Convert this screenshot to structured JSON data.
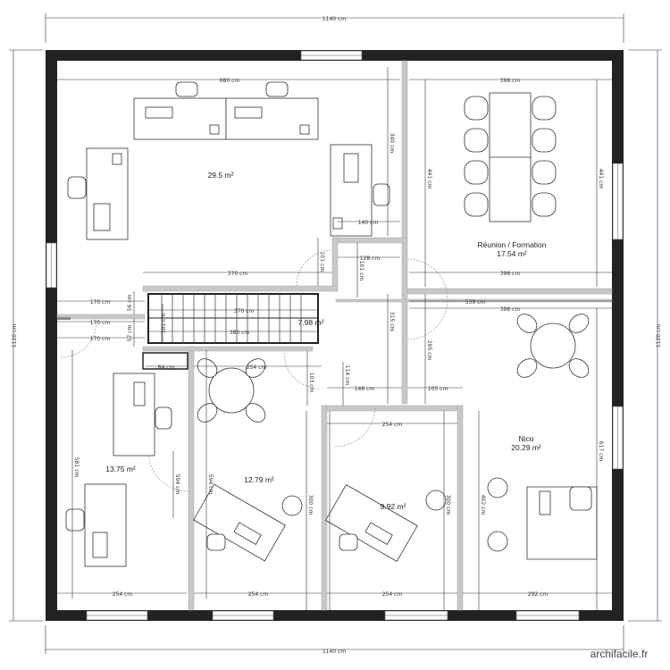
{
  "rooms": {
    "office_main": {
      "area": "29.5 m²"
    },
    "meeting": {
      "name": "Réunion / Formation",
      "area": "17.54 m²"
    },
    "stair_hall": {
      "area": "7.98 m²"
    },
    "office_left": {
      "area": "13.75 m²"
    },
    "office_mid": {
      "area": "12.79 m²"
    },
    "office_small": {
      "area": "9.92 m²"
    },
    "nico": {
      "name": "Nico",
      "area": "20.29 m²"
    }
  },
  "dims": {
    "total_top": "1140 cm",
    "total_bottom": "1140 cm",
    "total_left": "1120 cm",
    "total_right": "1120 cm",
    "office_width": "680 cm",
    "meeting_width": "398 cm",
    "meeting_height_l": "441 cm",
    "meeting_height_r": "441 cm",
    "office_col_h": "340 cm",
    "nook_w": "140 cm",
    "nook_h1": "101 cm",
    "nook_w2": "128 cm",
    "nook_h2": "101 cm",
    "stair_top_w": "370 cm",
    "meeting_bottom_w": "398 cm",
    "hall_w": "539 cm",
    "nico_top_w": "398 cm",
    "left_170_a": "170 cm",
    "left_170_b": "170 cm",
    "left_170_c": "170 cm",
    "stair_h1": "56 cm",
    "stair_h2": "101 cm",
    "stair_h3": "57 cm",
    "stair_mid_w": "370 cm",
    "stair_low_w": "380 cm",
    "col_315": "315 cm",
    "col_295": "295 cm",
    "w_84": "84 cm",
    "w_254_mid": "254 cm",
    "h_103": "103 cm",
    "h_114": "114 cm",
    "w_148": "148 cm",
    "w_105": "105 cm",
    "w_254_small": "254 cm",
    "h_581": "581 cm",
    "h_594_a": "594 cm",
    "h_594_b": "594 cm",
    "h_300_a": "300 cm",
    "h_300_b": "300 cm",
    "h_402": "402 cm",
    "h_617": "617 cm",
    "bot_254_a": "254 cm",
    "bot_254_b": "254 cm",
    "bot_254_c": "254 cm",
    "bot_292": "292 cm"
  },
  "watermark": "archifacile.fr",
  "colors": {
    "wall": "#222222",
    "inner_wall": "#c8c8c8",
    "line": "#333333"
  }
}
